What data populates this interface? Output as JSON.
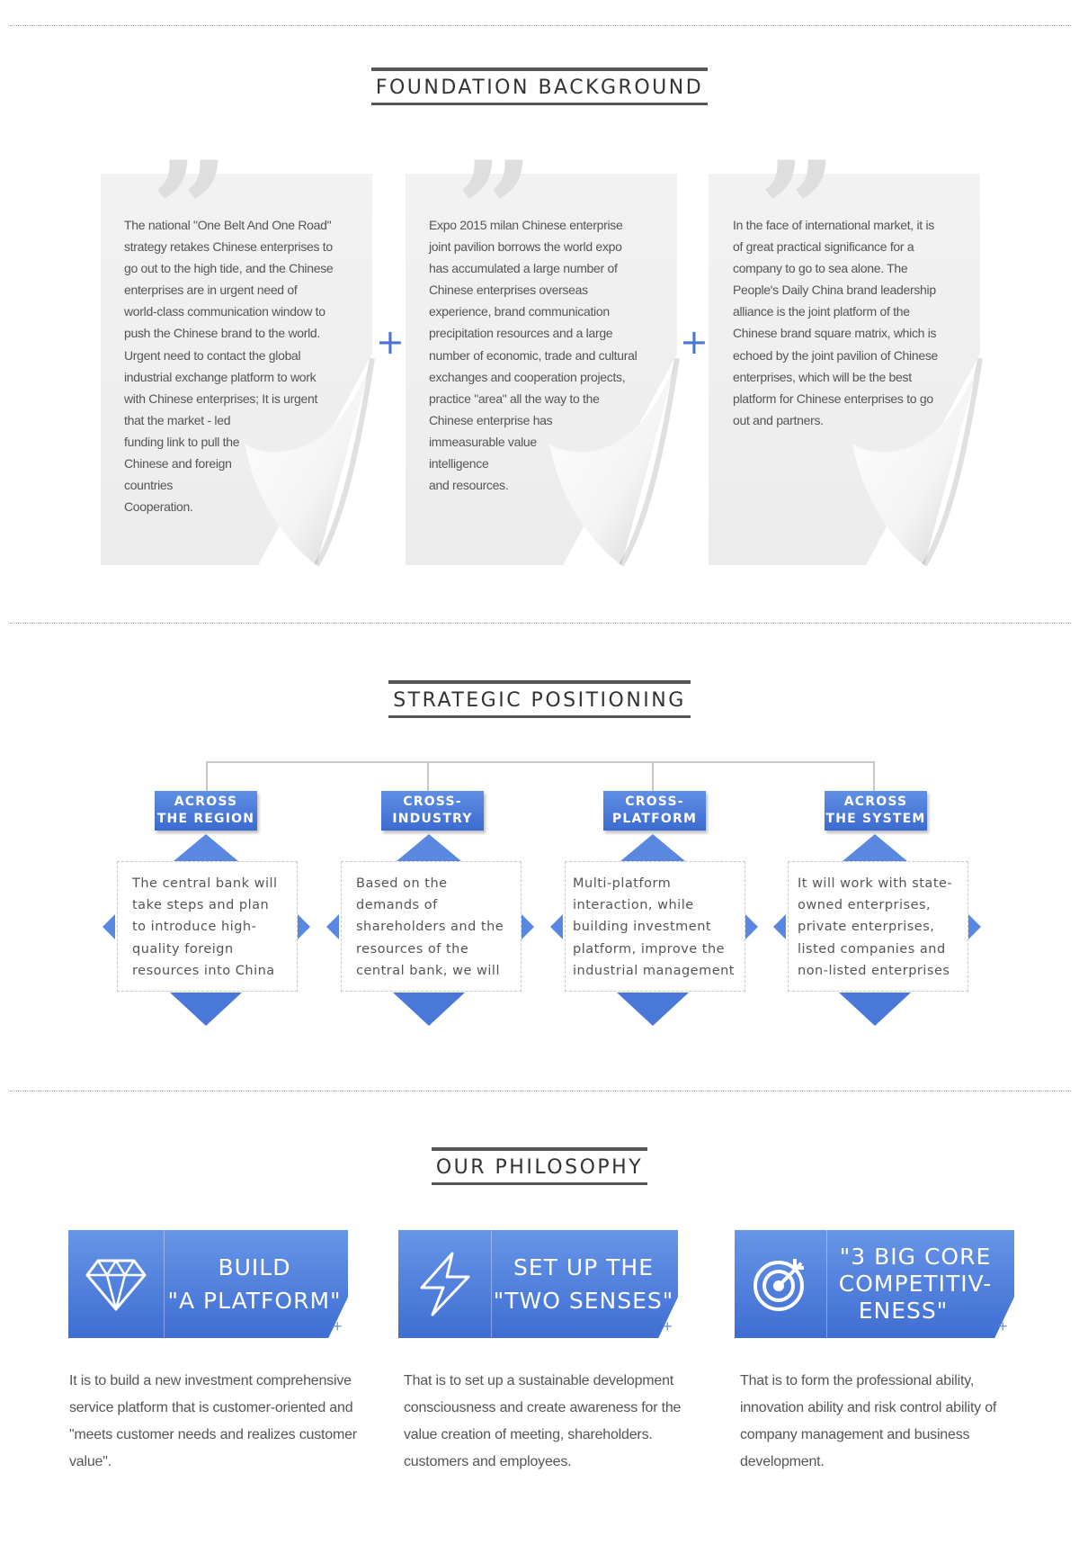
{
  "sections": {
    "foundation": "FOUNDATION BACKGROUND",
    "strategic": "STRATEGIC POSITIONING",
    "philosophy": "OUR PHILOSOPHY"
  },
  "foundation_cards": [
    {
      "lines": [
        "The national \"One Belt And One Road\"",
        "strategy retakes Chinese enterprises to",
        "go out to the high tide, and the Chinese",
        "enterprises are in urgent need of",
        "world-class communication window to",
        "push the Chinese brand to the world.",
        "Urgent need to contact the global",
        "industrial exchange platform to work",
        "with Chinese enterprises; It is urgent",
        "that the market - led",
        "funding link to pull the",
        "Chinese and foreign",
        "countries",
        "Cooperation."
      ]
    },
    {
      "lines": [
        "Expo 2015 milan Chinese enterprise",
        "joint pavilion borrows the world expo",
        "has accumulated a large number of",
        "Chinese enterprises overseas",
        "experience, brand communication",
        "precipitation resources and a large",
        "number of economic, trade and cultural",
        "exchanges and cooperation projects,",
        "practice \"area\" all the way to the",
        "Chinese enterprise has",
        "immeasurable value",
        "intelligence",
        "and resources."
      ]
    },
    {
      "lines": [
        "In the face of international market, it is",
        "of great practical significance for a",
        "company to go to sea alone. The",
        "People's Daily China brand leadership",
        "alliance is the joint platform of the",
        "Chinese brand square matrix, which is",
        "echoed by the joint pavilion of Chinese",
        "enterprises, which will be the best",
        "platform for Chinese enterprises to go",
        "out and partners."
      ]
    }
  ],
  "join_symbol": "+",
  "positions": [
    {
      "tag_line1": "ACROSS",
      "tag_line2": "THE REGION",
      "text": "The central bank will take steps and plan to introduce high-quality foreign resources into China according to its"
    },
    {
      "tag_line1": "CROSS-",
      "tag_line2": "INDUSTRY",
      "text": "Based on the demands of shareholders and the resources of the central bank, we will invest in several preferred"
    },
    {
      "tag_line1": "CROSS-",
      "tag_line2": "PLATFORM",
      "text": "Multi-platform interaction, while building investment platform, improve the industrial management platform and cultural"
    },
    {
      "tag_line1": "ACROSS",
      "tag_line2": "THE SYSTEM",
      "text": "It will work with state-owned enterprises, private enterprises, listed companies and non-listed enterprises to"
    }
  ],
  "philosophy": [
    {
      "icon": "diamond-icon",
      "title_line1": "BUILD",
      "title_line2": "\"A PLATFORM\"",
      "title_line3": "",
      "plus": "+",
      "text": "It is to build a new investment comprehensive service platform that is customer-oriented and \"meets customer needs and realizes customer value\"."
    },
    {
      "icon": "lightning-icon",
      "title_line1": "SET UP THE",
      "title_line2": "\"TWO SENSES\"",
      "title_line3": "",
      "plus": "+",
      "text": "That is to set up a sustainable development consciousness and create awareness for the value creation of meeting, shareholders. customers and employees."
    },
    {
      "icon": "target-icon",
      "title_line1": "\"3 BIG CORE",
      "title_line2": "COMPETITIV-",
      "title_line3": "ENESS\"",
      "plus": "+",
      "text": "That is to form the professional ability, innovation ability and risk control ability of company management and business development."
    }
  ],
  "colors": {
    "accent": "#4a78d8",
    "text": "#555555",
    "paper": "#efefef"
  }
}
